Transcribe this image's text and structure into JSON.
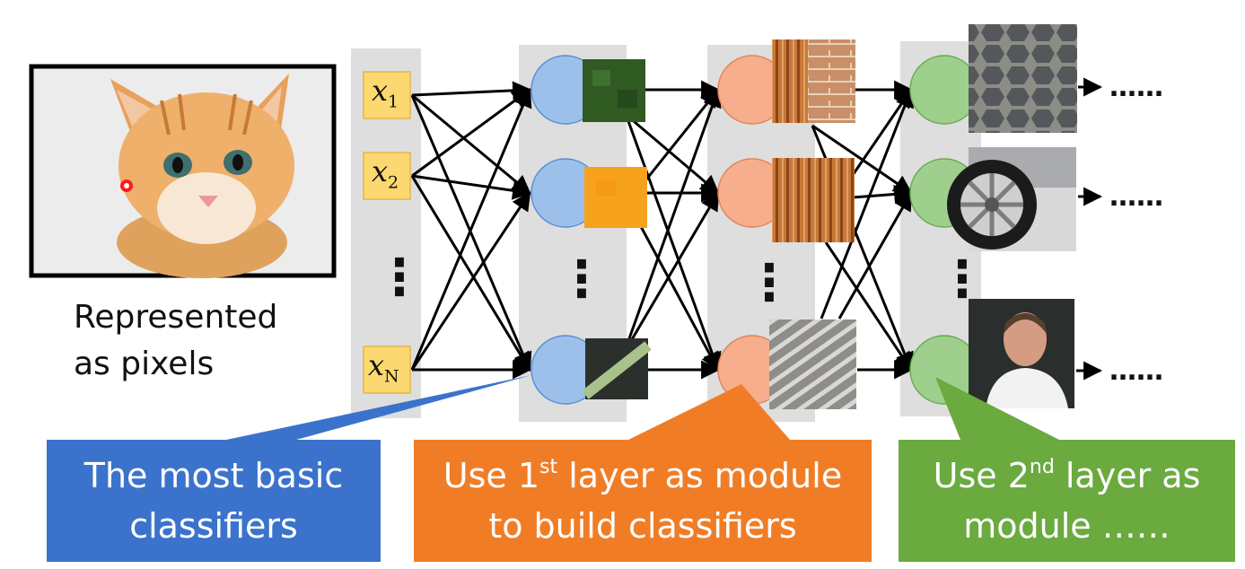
{
  "image": {
    "caption_line1": "Represented",
    "caption_line2": "as pixels"
  },
  "inputs": {
    "x": "x",
    "sub1": "1",
    "sub2": "2",
    "subN": "N",
    "ellipsis": "⋮"
  },
  "outputs": {
    "ellipsis": "……"
  },
  "callouts": {
    "basic_line1": "The most basic",
    "basic_line2": "classifiers",
    "layer1_pre": "Use 1",
    "layer1_sup": "st",
    "layer1_post": " layer as module",
    "layer1_line2": "to build classifiers",
    "layer2_pre": "Use 2",
    "layer2_sup": "nd",
    "layer2_post": " layer as",
    "layer2_line2": "module ……"
  },
  "colors": {
    "blue_node": "#9cc0ea",
    "orange_node": "#f7ae8c",
    "green_node": "#9ecf8d",
    "input_box": "#fbd970",
    "callout_blue": "#3b73cc",
    "callout_orange": "#f07d26",
    "callout_green": "#6aaa3f",
    "column_bg": "#dedede"
  }
}
